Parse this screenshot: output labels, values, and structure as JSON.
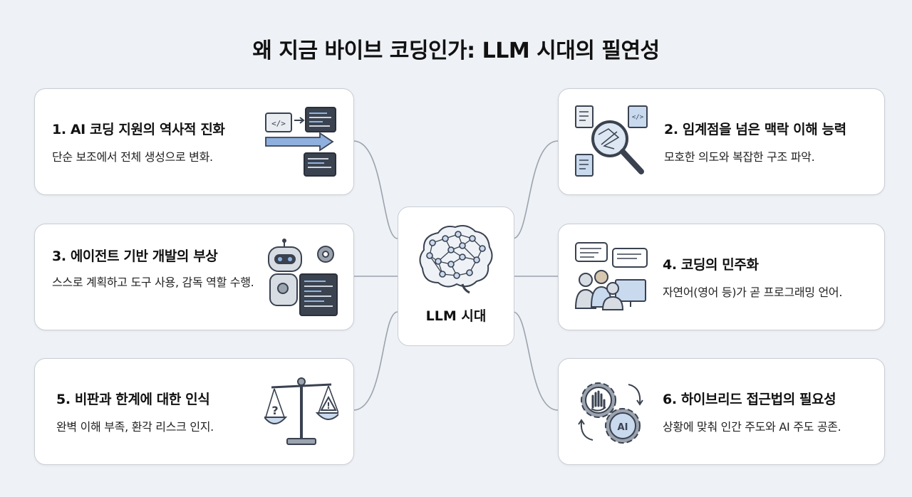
{
  "title": "왜 지금 바이브 코딩인가: LLM 시대의 필연성",
  "center": {
    "label": "LLM 시대"
  },
  "cards": [
    {
      "heading": "1. AI 코딩 지원의 역사적 진화",
      "description": "단순 보조에서 전체 생성으로 변화."
    },
    {
      "heading": "2. 임계점을 넘은 맥락 이해 능력",
      "description": "모호한 의도와 복잡한 구조 파악."
    },
    {
      "heading": "3. 에이전트 기반 개발의 부상",
      "description": "스스로 계획하고 도구 사용, 감독 역할 수행."
    },
    {
      "heading": "4. 코딩의 민주화",
      "description": "자연어(영어 등)가 곧 프로그래밍 언어."
    },
    {
      "heading": "5. 비판과 한계에 대한 인식",
      "description": "완벽 이해 부족, 환각 리스크 인지."
    },
    {
      "heading": "6. 하이브리드 접근법의 필요성",
      "description": "상황에 맞춰 인간 주도와 AI 주도 공존."
    }
  ],
  "icons": {
    "card1": "code-evolution-icon",
    "card2": "magnifier-documents-icon",
    "card3": "robot-agent-icon",
    "card4": "people-chat-icon",
    "card5": "balance-scale-icon",
    "card6": "hybrid-gears-icon",
    "center": "brain-network-icon",
    "ai_badge": "AI"
  }
}
